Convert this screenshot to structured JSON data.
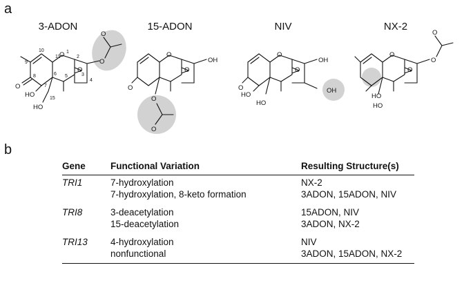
{
  "panel_a": {
    "letter": "a",
    "compounds": [
      {
        "name": "3-ADON"
      },
      {
        "name": "15-ADON"
      },
      {
        "name": "NIV"
      },
      {
        "name": "NX-2"
      }
    ],
    "atoms": {
      "O": "O",
      "OH": "OH",
      "HO": "HO"
    },
    "ring_numbers": [
      "1",
      "2",
      "3",
      "4",
      "5",
      "6",
      "7",
      "8",
      "9",
      "10",
      "11",
      "15"
    ]
  },
  "panel_b": {
    "letter": "b",
    "headers": {
      "gene": "Gene",
      "variation": "Functional Variation",
      "structures": "Resulting Structure(s)"
    },
    "groups": [
      {
        "gene": "TRI1",
        "rows": [
          {
            "variation": "7-hydroxylation",
            "structures": "NX-2"
          },
          {
            "variation": "7-hydroxylation, 8-keto formation",
            "structures": "3ADON, 15ADON, NIV"
          }
        ]
      },
      {
        "gene": "TRI8",
        "rows": [
          {
            "variation": "3-deacetylation",
            "structures": "15ADON, NIV"
          },
          {
            "variation": "15-deacetylation",
            "structures": "3ADON, NX-2"
          }
        ]
      },
      {
        "gene": "TRI13",
        "rows": [
          {
            "variation": "4-hydroxylation",
            "structures": "NIV"
          },
          {
            "variation": "nonfunctional",
            "structures": "3ADON, 15ADON, NX-2"
          }
        ]
      }
    ]
  }
}
